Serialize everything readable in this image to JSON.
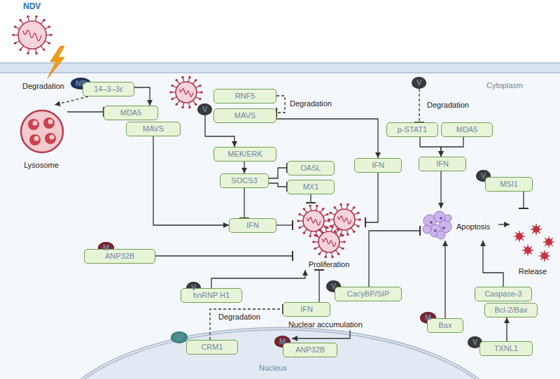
{
  "diagram": {
    "nodes": [
      {
        "text": [
          "Cytoplasm"
        ]
      },
      {
        "text": [
          "NP"
        ],
        "in": 0
      },
      {
        "text": [
          "14–3–3ε"
        ],
        "in": 0
      },
      {
        "text": [
          "Lysosome"
        ],
        "in": 0
      },
      {
        "text": [
          "MDA5"
        ],
        "in": 0
      },
      {
        "text": [
          "MAVS"
        ],
        "in": 0
      },
      {
        "text": [
          "V"
        ],
        "in": 0
      },
      {
        "text": [
          "RNF5"
        ],
        "in": 0
      },
      {
        "text": [
          "MAVS"
        ],
        "in": 0
      },
      {
        "text": [
          "MEK/ERK"
        ],
        "in": 0
      },
      {
        "text": [
          "SOCS3"
        ],
        "in": 0
      },
      {
        "text": [
          "OASL"
        ],
        "in": 0
      },
      {
        "text": [
          "MX1"
        ],
        "in": 0
      },
      {
        "text": [
          "IFN"
        ],
        "in": 0
      },
      {
        "text": [
          "IFN"
        ],
        "in": 0
      },
      {
        "text": [
          "Proliferation"
        ],
        "in": 0
      },
      {
        "text": [
          "V"
        ],
        "in": 0
      },
      {
        "text": [
          "p-STAT1"
        ],
        "in": 0
      },
      {
        "text": [
          "MDA5"
        ],
        "in": 0
      },
      {
        "text": [
          "IFN"
        ],
        "in": 0
      },
      {
        "text": [
          "V"
        ],
        "in": 0
      },
      {
        "text": [
          "MSI1"
        ],
        "in": 0
      },
      {
        "text": [
          "Apoptosis"
        ],
        "in": 0
      },
      {
        "text": [
          "Release"
        ],
        "in": 0
      },
      {
        "text": [
          "M"
        ],
        "in": 0
      },
      {
        "text": [
          "ANP32B"
        ],
        "in": 0
      },
      {
        "text": [
          "V"
        ],
        "in": 0
      },
      {
        "text": [
          "hnRNP H1"
        ],
        "in": 0
      },
      {
        "text": [
          "V"
        ],
        "in": 0
      },
      {
        "text": [
          "CacyBP/SIP"
        ],
        "in": 0
      },
      {
        "text": [
          "IFN"
        ],
        "in": 0
      },
      {
        "text": [
          "M"
        ],
        "in": 0
      },
      {
        "text": [
          "Bax"
        ],
        "in": 0
      },
      {
        "text": [
          "Caspase-3"
        ],
        "in": 0
      },
      {
        "text": [
          "Bcl-2/Bax"
        ],
        "in": 0
      },
      {
        "text": [
          "V"
        ],
        "in": 0
      },
      {
        "text": [
          "TXNL1"
        ],
        "in": 0
      },
      {
        "text": [
          "Nucleus"
        ],
        "in": 0
      },
      {
        "text": [
          "W"
        ],
        "in": 37
      },
      {
        "text": [
          "CRM1"
        ],
        "in": 37
      },
      {
        "text": [
          "M"
        ],
        "in": 37
      },
      {
        "text": [
          "ANP32B"
        ],
        "in": 37
      }
    ],
    "edges": [
      {
        "from": 2,
        "to": 3,
        "arrow": "to",
        "label": "Degradation"
      },
      {
        "from": 2,
        "to": 4,
        "arrow": "to"
      },
      {
        "from": 3,
        "to": 4,
        "arrow": "to"
      },
      {
        "from": 5,
        "to": 14,
        "arrow": "to"
      },
      {
        "from": 6,
        "to": 9,
        "arrow": "to"
      },
      {
        "from": 7,
        "to": 8,
        "arrow": "to",
        "label": "Degradation"
      },
      {
        "from": 8,
        "to": 13,
        "arrow": "to"
      },
      {
        "from": 9,
        "to": 10,
        "arrow": "to"
      },
      {
        "from": 10,
        "to": 11,
        "arrow": "to"
      },
      {
        "from": 10,
        "to": 12,
        "arrow": "to"
      },
      {
        "from": 10,
        "to": 14,
        "arrow": "to"
      },
      {
        "from": 14,
        "to": 15,
        "arrow": "to"
      },
      {
        "from": 12,
        "to": 15,
        "arrow": "to"
      },
      {
        "from": 13,
        "to": 15,
        "arrow": "to"
      },
      {
        "from": 25,
        "to": 15,
        "arrow": "to"
      },
      {
        "from": 27,
        "to": 15,
        "arrow": "to"
      },
      {
        "from": 30,
        "to": 15,
        "arrow": "to"
      },
      {
        "from": 39,
        "to": 30,
        "arrow": "to",
        "label": "Degradation"
      },
      {
        "from": 16,
        "to": 17,
        "arrow": "to",
        "label": "Degradation"
      },
      {
        "from": 17,
        "to": 19,
        "arrow": "to"
      },
      {
        "from": 18,
        "to": 19,
        "arrow": "to"
      },
      {
        "from": 19,
        "to": 22,
        "arrow": "to"
      },
      {
        "from": 22,
        "to": 23,
        "arrow": "to"
      },
      {
        "from": 21,
        "to": 23,
        "arrow": "to"
      },
      {
        "from": 29,
        "to": 22,
        "arrow": "to"
      },
      {
        "from": 32,
        "to": 22,
        "arrow": "to"
      },
      {
        "from": 33,
        "to": 22,
        "arrow": "to"
      },
      {
        "from": 36,
        "to": 34,
        "arrow": "to"
      }
    ],
    "labels": [
      "NDV",
      "Nuclear accumulation"
    ]
  }
}
